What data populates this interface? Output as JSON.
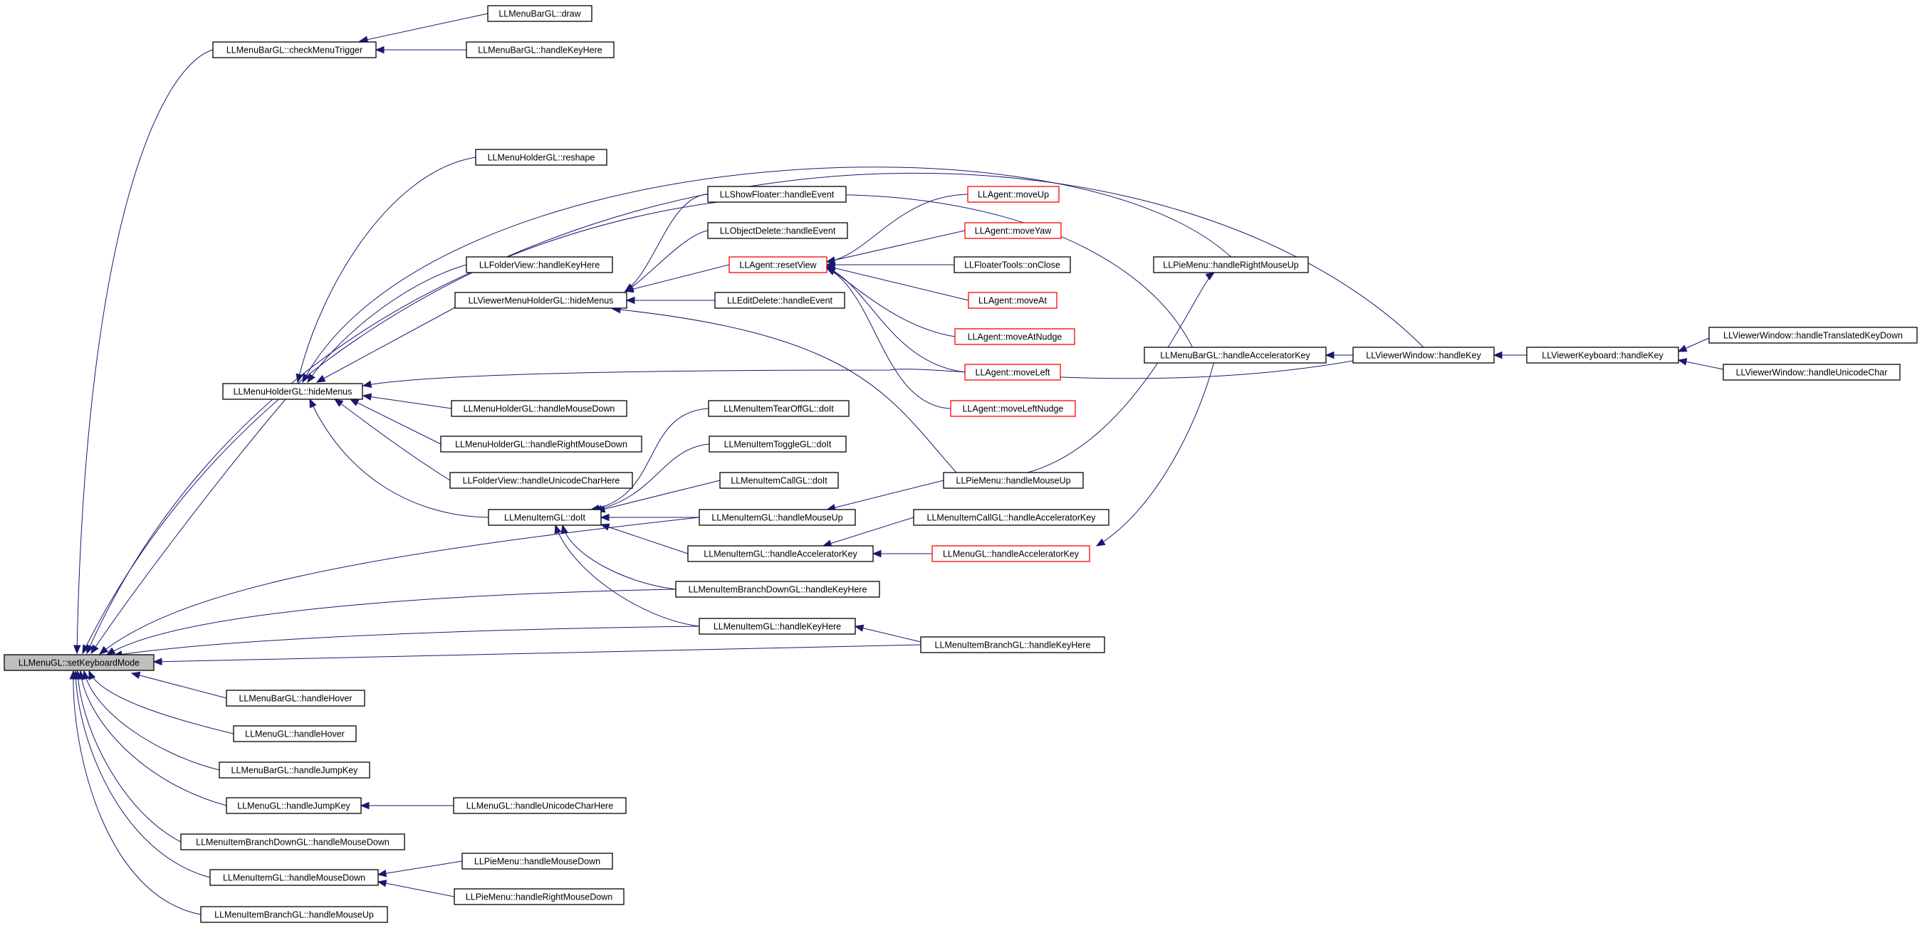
{
  "diagram": {
    "colors": {
      "edge": "#191970",
      "node_border": "#000000",
      "truncated_border": "#ff0000",
      "root_fill": "#bfbfbf",
      "node_fill": "#ffffff"
    },
    "nodes": {
      "root": {
        "label": "LLMenuGL::setKeyboardMode",
        "style": "root"
      },
      "checkMenuTrigger": {
        "label": "LLMenuBarGL::checkMenuTrigger"
      },
      "mbDraw": {
        "label": "LLMenuBarGL::draw"
      },
      "mbHandleKeyHere": {
        "label": "LLMenuBarGL::handleKeyHere"
      },
      "mhReshape": {
        "label": "LLMenuHolderGL::reshape"
      },
      "showFloaterHE": {
        "label": "LLShowFloater::handleEvent"
      },
      "objDeleteHE": {
        "label": "LLObjectDelete::handleEvent"
      },
      "agentResetView": {
        "label": "LLAgent::resetView",
        "style": "red"
      },
      "agentMoveUp": {
        "label": "LLAgent::moveUp",
        "style": "red"
      },
      "agentMoveYaw": {
        "label": "LLAgent::moveYaw",
        "style": "red"
      },
      "floaterToolsOnClose": {
        "label": "LLFloaterTools::onClose"
      },
      "agentMoveAt": {
        "label": "LLAgent::moveAt",
        "style": "red"
      },
      "agentMoveAtNudge": {
        "label": "LLAgent::moveAtNudge",
        "style": "red"
      },
      "agentMoveLeft": {
        "label": "LLAgent::moveLeft",
        "style": "red"
      },
      "agentMoveLeftNudge": {
        "label": "LLAgent::moveLeftNudge",
        "style": "red"
      },
      "folderHandleKeyHere": {
        "label": "LLFolderView::handleKeyHere"
      },
      "vmhHideMenus": {
        "label": "LLViewerMenuHolderGL::hideMenus"
      },
      "editDeleteHE": {
        "label": "LLEditDelete::handleEvent"
      },
      "pieHandleRightMouseUp": {
        "label": "LLPieMenu::handleRightMouseUp"
      },
      "mbHandleAccel": {
        "label": "LLMenuBarGL::handleAcceleratorKey"
      },
      "vwHandleKey": {
        "label": "LLViewerWindow::handleKey"
      },
      "vkHandleKey": {
        "label": "LLViewerKeyboard::handleKey"
      },
      "vwHandleTranslated": {
        "label": "LLViewerWindow::handleTranslatedKeyDown"
      },
      "vwHandleUnicode": {
        "label": "LLViewerWindow::handleUnicodeChar"
      },
      "mhHideMenus": {
        "label": "LLMenuHolderGL::hideMenus"
      },
      "mhHandleMouseDown": {
        "label": "LLMenuHolderGL::handleMouseDown"
      },
      "mhHandleRightMouseDown": {
        "label": "LLMenuHolderGL::handleRightMouseDown"
      },
      "folderHandleUnicode": {
        "label": "LLFolderView::handleUnicodeCharHere"
      },
      "miTearOffDoIt": {
        "label": "LLMenuItemTearOffGL::doIt"
      },
      "miToggleDoIt": {
        "label": "LLMenuItemToggleGL::doIt"
      },
      "miCallDoIt": {
        "label": "LLMenuItemCallGL::doIt"
      },
      "pieHandleMouseUp": {
        "label": "LLPieMenu::handleMouseUp"
      },
      "miDoIt": {
        "label": "LLMenuItemGL::doIt"
      },
      "miHandleMouseUp": {
        "label": "LLMenuItemGL::handleMouseUp"
      },
      "miCallHandleAccel": {
        "label": "LLMenuItemCallGL::handleAcceleratorKey"
      },
      "miHandleAccel": {
        "label": "LLMenuItemGL::handleAcceleratorKey"
      },
      "menuHandleAccel": {
        "label": "LLMenuGL::handleAcceleratorKey",
        "style": "red"
      },
      "miBranchDownHKH": {
        "label": "LLMenuItemBranchDownGL::handleKeyHere"
      },
      "miHandleKeyHere": {
        "label": "LLMenuItemGL::handleKeyHere"
      },
      "miBranchHKH": {
        "label": "LLMenuItemBranchGL::handleKeyHere"
      },
      "mbHandleHover": {
        "label": "LLMenuBarGL::handleHover"
      },
      "menuHandleHover": {
        "label": "LLMenuGL::handleHover"
      },
      "mbHandleJumpKey": {
        "label": "LLMenuBarGL::handleJumpKey"
      },
      "menuHandleJumpKey": {
        "label": "LLMenuGL::handleJumpKey"
      },
      "menuHandleUnicodeHere": {
        "label": "LLMenuGL::handleUnicodeCharHere"
      },
      "miBranchDownHMD": {
        "label": "LLMenuItemBranchDownGL::handleMouseDown"
      },
      "miHandleMouseDown": {
        "label": "LLMenuItemGL::handleMouseDown"
      },
      "pieHandleMouseDown": {
        "label": "LLPieMenu::handleMouseDown"
      },
      "pieHandleRightMouseDown": {
        "label": "LLPieMenu::handleRightMouseDown"
      },
      "miBranchHMU": {
        "label": "LLMenuItemBranchGL::handleMouseUp"
      }
    }
  }
}
